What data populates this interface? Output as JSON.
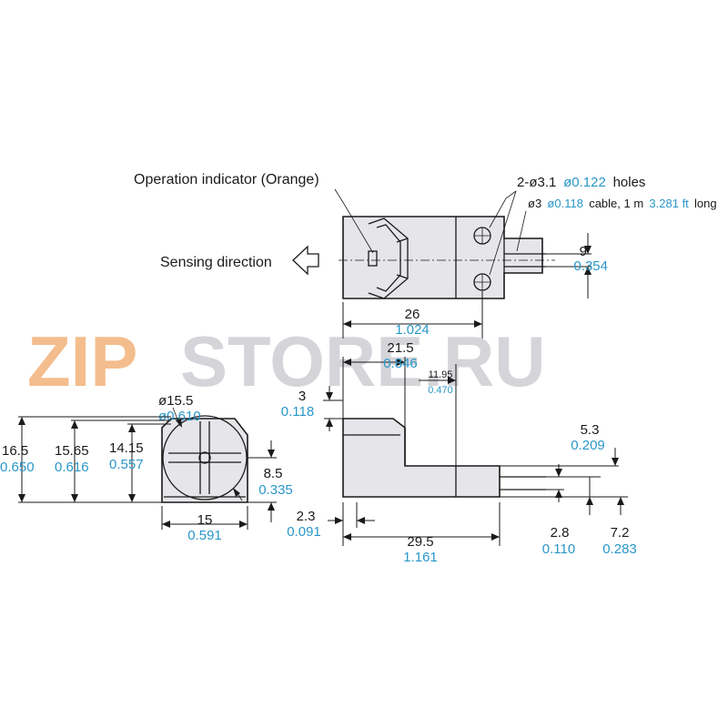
{
  "watermark": {
    "part1": "ZIP",
    "part2": "STORE.RU",
    "color1": "#f3b27a",
    "color2": "#b8b8c0"
  },
  "colors": {
    "metric": "#1a1a1a",
    "inch": "#2a97c8",
    "body": "#e6e6ea"
  },
  "labels": {
    "operation_indicator": "Operation indicator (Orange)",
    "sensing_direction": "Sensing direction",
    "holes_prefix": "2-ø3.1",
    "holes_inch": "ø0.122",
    "holes_suffix": "holes",
    "cable_prefix": "ø3",
    "cable_inch_dia": "ø0.118",
    "cable_mid": "cable, 1 m",
    "cable_inch_len": "3.281 ft",
    "cable_suffix": "long"
  },
  "dimensions": {
    "d9": {
      "mm": "9",
      "in": "0.354"
    },
    "d26": {
      "mm": "26",
      "in": "1.024"
    },
    "d21_5": {
      "mm": "21.5",
      "in": "0.846"
    },
    "d11_95": {
      "mm": "11.95",
      "in": "0.470"
    },
    "d3": {
      "mm": "3",
      "in": "0.118"
    },
    "dia15_5": {
      "mm": "ø15.5",
      "in": "ø0.610"
    },
    "d5_3": {
      "mm": "5.3",
      "in": "0.209"
    },
    "d16_5": {
      "mm": "16.5",
      "in": "0.650"
    },
    "d15_65": {
      "mm": "15.65",
      "in": "0.616"
    },
    "d14_15": {
      "mm": "14.15",
      "in": "0.557"
    },
    "d8_5": {
      "mm": "8.5",
      "in": "0.335"
    },
    "d15": {
      "mm": "15",
      "in": "0.591"
    },
    "d2_3": {
      "mm": "2.3",
      "in": "0.091"
    },
    "d29_5": {
      "mm": "29.5",
      "in": "1.161"
    },
    "d2_8": {
      "mm": "2.8",
      "in": "0.110"
    },
    "d7_2": {
      "mm": "7.2",
      "in": "0.283"
    }
  }
}
